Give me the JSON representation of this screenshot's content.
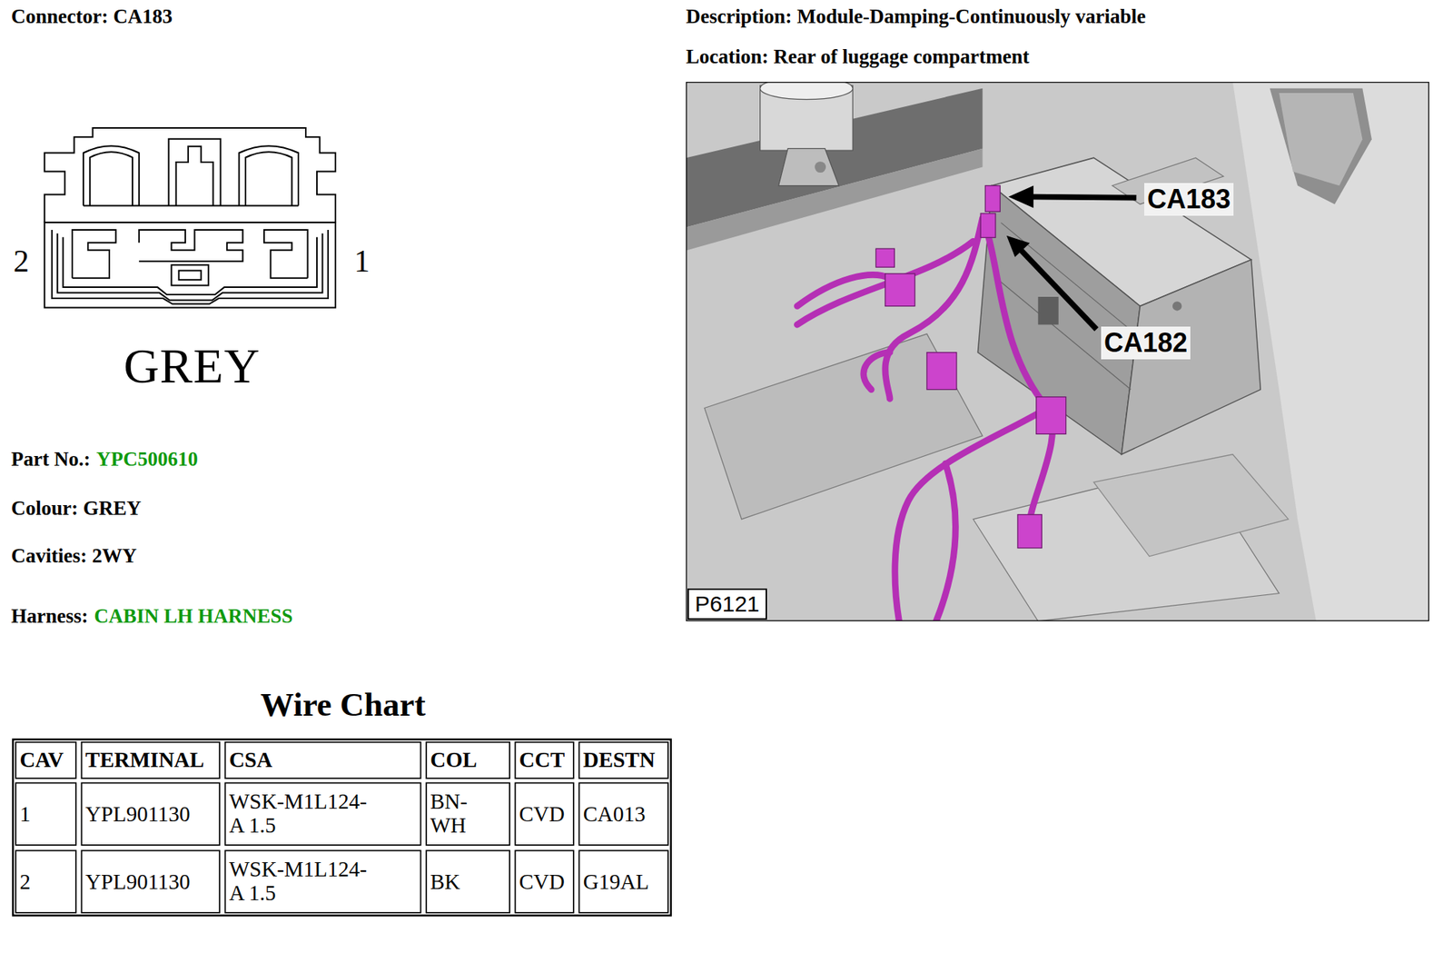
{
  "diagram": {
    "nodes": [
      {
        "text": [
          "P6121"
        ]
      }
    ],
    "labels": [
      "Connector: CA183",
      "Description: Module-Damping-Continuously variable",
      "Location: Rear of luggage compartment",
      "2",
      "1",
      "GREY",
      "Part No.:",
      "YPC500610",
      "Colour: GREY",
      "Cavities: 2WY",
      "Harness:",
      "CABIN LH HARNESS",
      "Wire Chart",
      "CAV",
      "TERMINAL",
      "CSA",
      "COL",
      "CCT",
      "DESTN",
      "1",
      "YPL901130",
      "WSK-M1L124-A 1.5",
      "BN- WH",
      "CVD",
      "CA013",
      "2",
      "YPL901130",
      "WSK-M1L124-A 1.5",
      "BK",
      "CVD",
      "G19AL",
      "CA183",
      "CA182"
    ]
  }
}
